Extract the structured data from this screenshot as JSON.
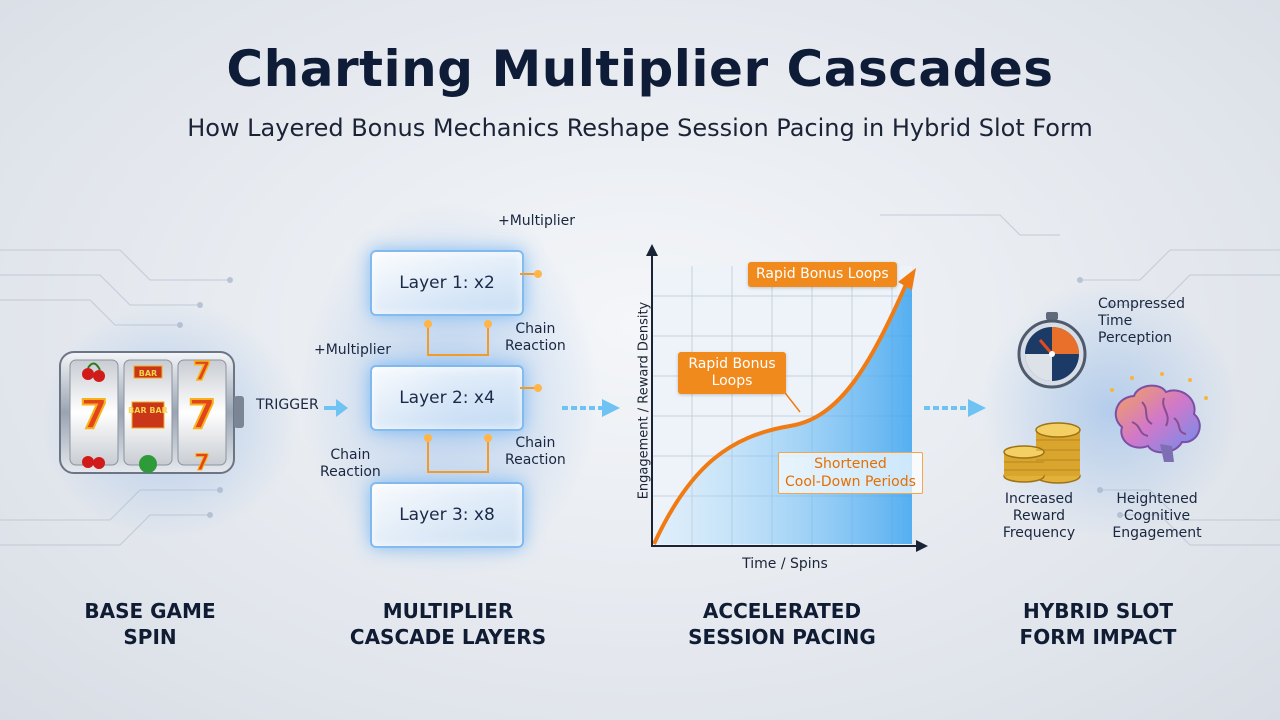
{
  "header": {
    "title": "Charting Multiplier Cascades",
    "subtitle": "How Layered Bonus Mechanics Reshape Session Pacing in Hybrid Slot Form"
  },
  "stages": {
    "base": {
      "label": "BASE GAME\nSPIN",
      "trigger": "TRIGGER",
      "reel_symbols": [
        "cherry",
        "bar",
        "seven",
        "seven",
        "bar bar",
        "seven",
        "cherry",
        "green",
        "seven"
      ],
      "reel_texts": [
        "7",
        "7",
        "7",
        "7",
        "BAR",
        "BAR BAR"
      ]
    },
    "cascade": {
      "label": "MULTIPLIER\nCASCADE LAYERS",
      "layers": [
        "Layer 1: x2",
        "Layer 2: x4",
        "Layer 3: x8"
      ],
      "multiplier_top": "+Multiplier",
      "multiplier_mid": "+Multiplier",
      "chain_reaction_right_1": "Chain\nReaction",
      "chain_reaction_left": "Chain\nReaction",
      "chain_reaction_right_2": "Chain\nReaction"
    },
    "pacing": {
      "label": "ACCELERATED\nSESSION PACING",
      "y_axis": "Engagement / Reward Density",
      "x_axis": "Time / Spins",
      "callout_top": "Rapid Bonus Loops",
      "callout_mid": "Rapid Bonus\nLoops",
      "callout_low": "Shortened\nCool-Down Periods"
    },
    "impact": {
      "label": "HYBRID SLOT\nFORM IMPACT",
      "time": "Compressed\nTime\nPerception",
      "reward": "Increased\nReward\nFrequency",
      "cognitive": "Heightened\nCognitive\nEngagement"
    }
  },
  "colors": {
    "accent_orange": "#f08a1c",
    "glow_blue": "#5aaaf5",
    "title_navy": "#0e1c38"
  },
  "icons": [
    "slot-machine-icon",
    "stopwatch-icon",
    "coin-stack-icon",
    "brain-icon",
    "arrow-right-icon"
  ]
}
